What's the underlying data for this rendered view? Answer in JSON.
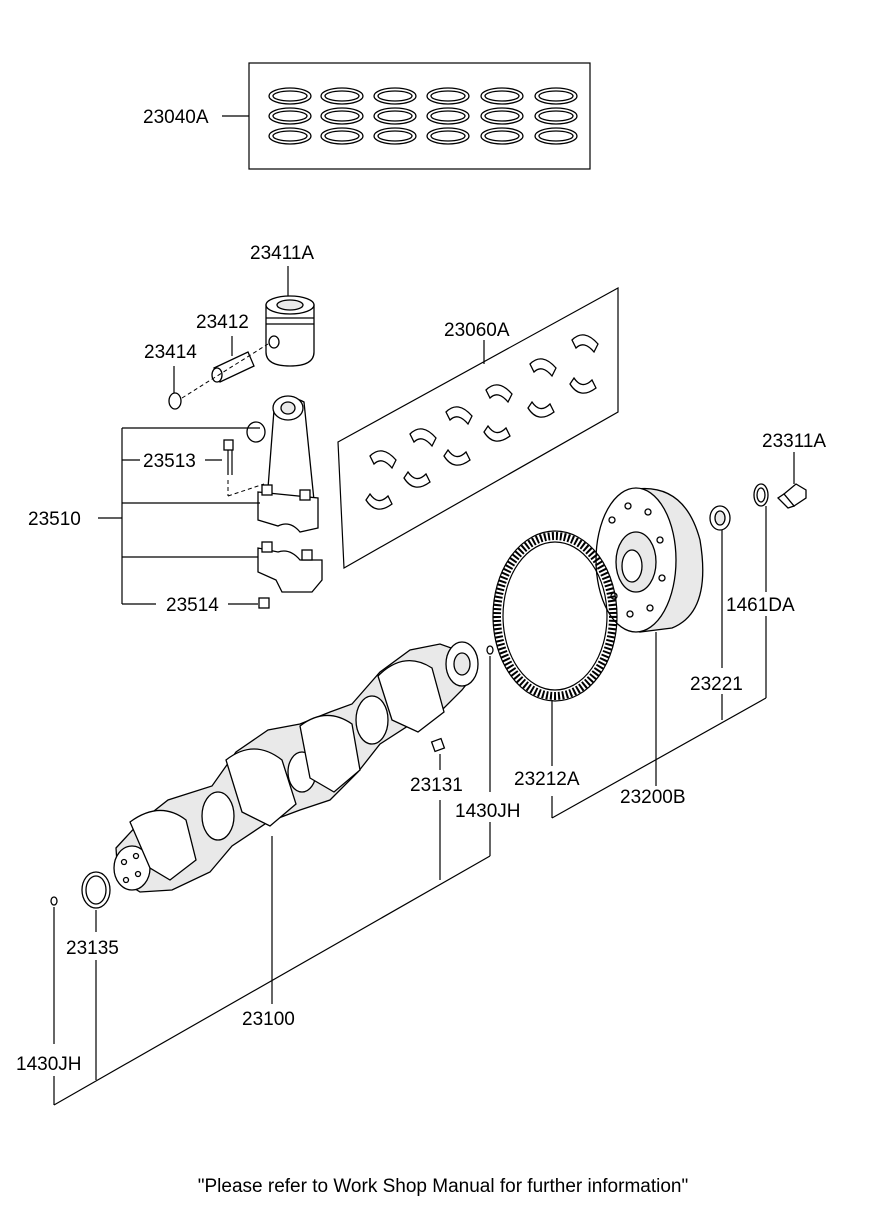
{
  "labels": {
    "piston_ring_set": "23040A",
    "piston": "23411A",
    "piston_pin": "23412",
    "snap_ring": "23414",
    "bearing_set": "23060A",
    "conrod_bolt": "23513",
    "conrod_assy": "23510",
    "conrod_nut": "23514",
    "flywheel_bolt": "23311A",
    "washer": "1461DA",
    "pilot_bearing": "23221",
    "ring_gear": "23212A",
    "flywheel": "23200B",
    "crank_pin": "23131",
    "dowel_right": "1430JH",
    "rear_seal": "23135",
    "crankshaft": "23100",
    "dowel_left": "1430JH"
  },
  "footer_note": "\"Please refer to Work Shop Manual for further information\""
}
